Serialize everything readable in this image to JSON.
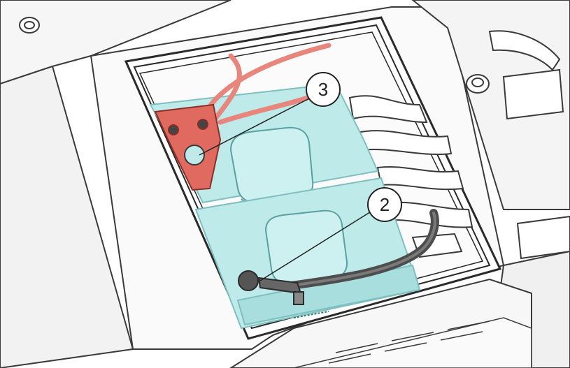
{
  "callouts": [
    {
      "id": "callout-3",
      "label": "3"
    },
    {
      "id": "callout-2",
      "label": "2"
    }
  ],
  "colors": {
    "battery": "#bfeaea",
    "battery_edge": "#7fbfbf",
    "positive_cable": "#e8857c",
    "positive_terminal": "#e06a5f",
    "negative_cable": "#4d4d4d",
    "line_art": "#3a3a3a",
    "housing": "#f6f6f6"
  }
}
